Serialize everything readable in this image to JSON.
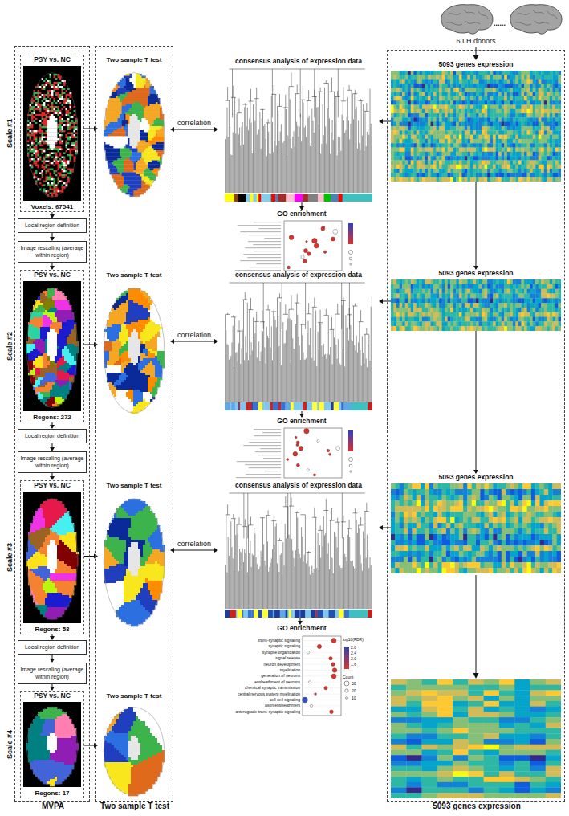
{
  "diagram": {
    "nodes": [
      {
        "text": [
          "MVPA"
        ]
      },
      {
        "text": [
          "Scale #1",
          "PSY vs. NC",
          "Voxels: 67541"
        ],
        "in": 0
      },
      {
        "text": [
          "Local region definition"
        ],
        "in": 0
      },
      {
        "text": [
          "Image rescaling (average within region)"
        ],
        "in": 0
      },
      {
        "text": [
          "Scale #2",
          "PSY vs. NC",
          "Regons: 272"
        ],
        "in": 0
      },
      {
        "text": [
          "Local region definition"
        ],
        "in": 0
      },
      {
        "text": [
          "Image rescaling (average within region)"
        ],
        "in": 0
      },
      {
        "text": [
          "Scale #3",
          "PSY vs. NC",
          "Regons: 53"
        ],
        "in": 0
      },
      {
        "text": [
          "Local region definition"
        ],
        "in": 0
      },
      {
        "text": [
          "Image rescaling (average within region)"
        ],
        "in": 0
      },
      {
        "text": [
          "Scale #4",
          "PSY vs. NC",
          "Regons: 17"
        ],
        "in": 0
      },
      {
        "text": [
          "Two sample T test"
        ]
      },
      {
        "text": [
          "Two sample T test"
        ],
        "in": 11
      },
      {
        "text": [
          "Two sample T test"
        ],
        "in": 11
      },
      {
        "text": [
          "Two sample T test"
        ],
        "in": 11
      },
      {
        "text": [
          "Two sample T test"
        ],
        "in": 11
      },
      {
        "text": [
          "5093 genes expression"
        ]
      },
      {
        "text": [
          "5093 genes expression"
        ],
        "in": 16
      },
      {
        "text": [
          "5093 genes expression"
        ],
        "in": 16
      },
      {
        "text": [
          "5093 genes expression"
        ],
        "in": 16
      },
      {
        "text": [
          "consensus analysis of expression data"
        ]
      },
      {
        "text": [
          "GO enrichment"
        ]
      },
      {
        "text": [
          "consensus analysis of expression data"
        ]
      },
      {
        "text": [
          "GO enrichment"
        ]
      },
      {
        "text": [
          "consensus analysis of expression data"
        ]
      },
      {
        "text": [
          "GO enrichment"
        ]
      }
    ],
    "edges": [
      {
        "from": 1,
        "to": 2,
        "arrow": "to"
      },
      {
        "from": 2,
        "to": 3,
        "arrow": "to"
      },
      {
        "from": 3,
        "to": 4,
        "arrow": "to"
      },
      {
        "from": 4,
        "to": 5,
        "arrow": "to"
      },
      {
        "from": 5,
        "to": 6,
        "arrow": "to"
      },
      {
        "from": 6,
        "to": 7,
        "arrow": "to"
      },
      {
        "from": 7,
        "to": 8,
        "arrow": "to"
      },
      {
        "from": 8,
        "to": 9,
        "arrow": "to"
      },
      {
        "from": 9,
        "to": 10,
        "arrow": "to"
      },
      {
        "from": 1,
        "to": 12,
        "arrow": "to"
      },
      {
        "from": 4,
        "to": 13,
        "arrow": "to"
      },
      {
        "from": 7,
        "to": 14,
        "arrow": "to"
      },
      {
        "from": 10,
        "to": 15,
        "arrow": "to"
      },
      {
        "from": 12,
        "to": 20,
        "label": "correlation",
        "arrow": "both"
      },
      {
        "from": 13,
        "to": 22,
        "label": "correlation",
        "arrow": "both"
      },
      {
        "from": 14,
        "to": 24,
        "label": "correlation",
        "arrow": "both"
      },
      {
        "from": 17,
        "to": 20,
        "arrow": "to"
      },
      {
        "from": 18,
        "to": 22,
        "arrow": "to"
      },
      {
        "from": 19,
        "to": 24,
        "arrow": "to"
      },
      {
        "from": 20,
        "to": 21,
        "arrow": "to"
      },
      {
        "from": 22,
        "to": 23,
        "arrow": "to"
      },
      {
        "from": 24,
        "to": 25,
        "arrow": "to"
      },
      {
        "from": 17,
        "to": 18,
        "arrow": "to"
      },
      {
        "from": 18,
        "to": 19,
        "arrow": "to"
      }
    ],
    "labels": [
      "6 LH donors",
      "......",
      "trans-synaptic signaling",
      "synaptic signaling",
      "synapse organization",
      "signal release",
      "neuron development",
      "myelination",
      "generation of neurons",
      "ensheathment of neurons",
      "chemical synaptic transmission",
      "central nervous system myelination",
      "cell-cell signaling",
      "axon ensheathment",
      "anterograde trans-synaptic signaling",
      "log10(FDR)",
      "2.8",
      "2.4",
      "2.0",
      "1.6",
      "Count",
      "30",
      "20",
      "10"
    ]
  }
}
